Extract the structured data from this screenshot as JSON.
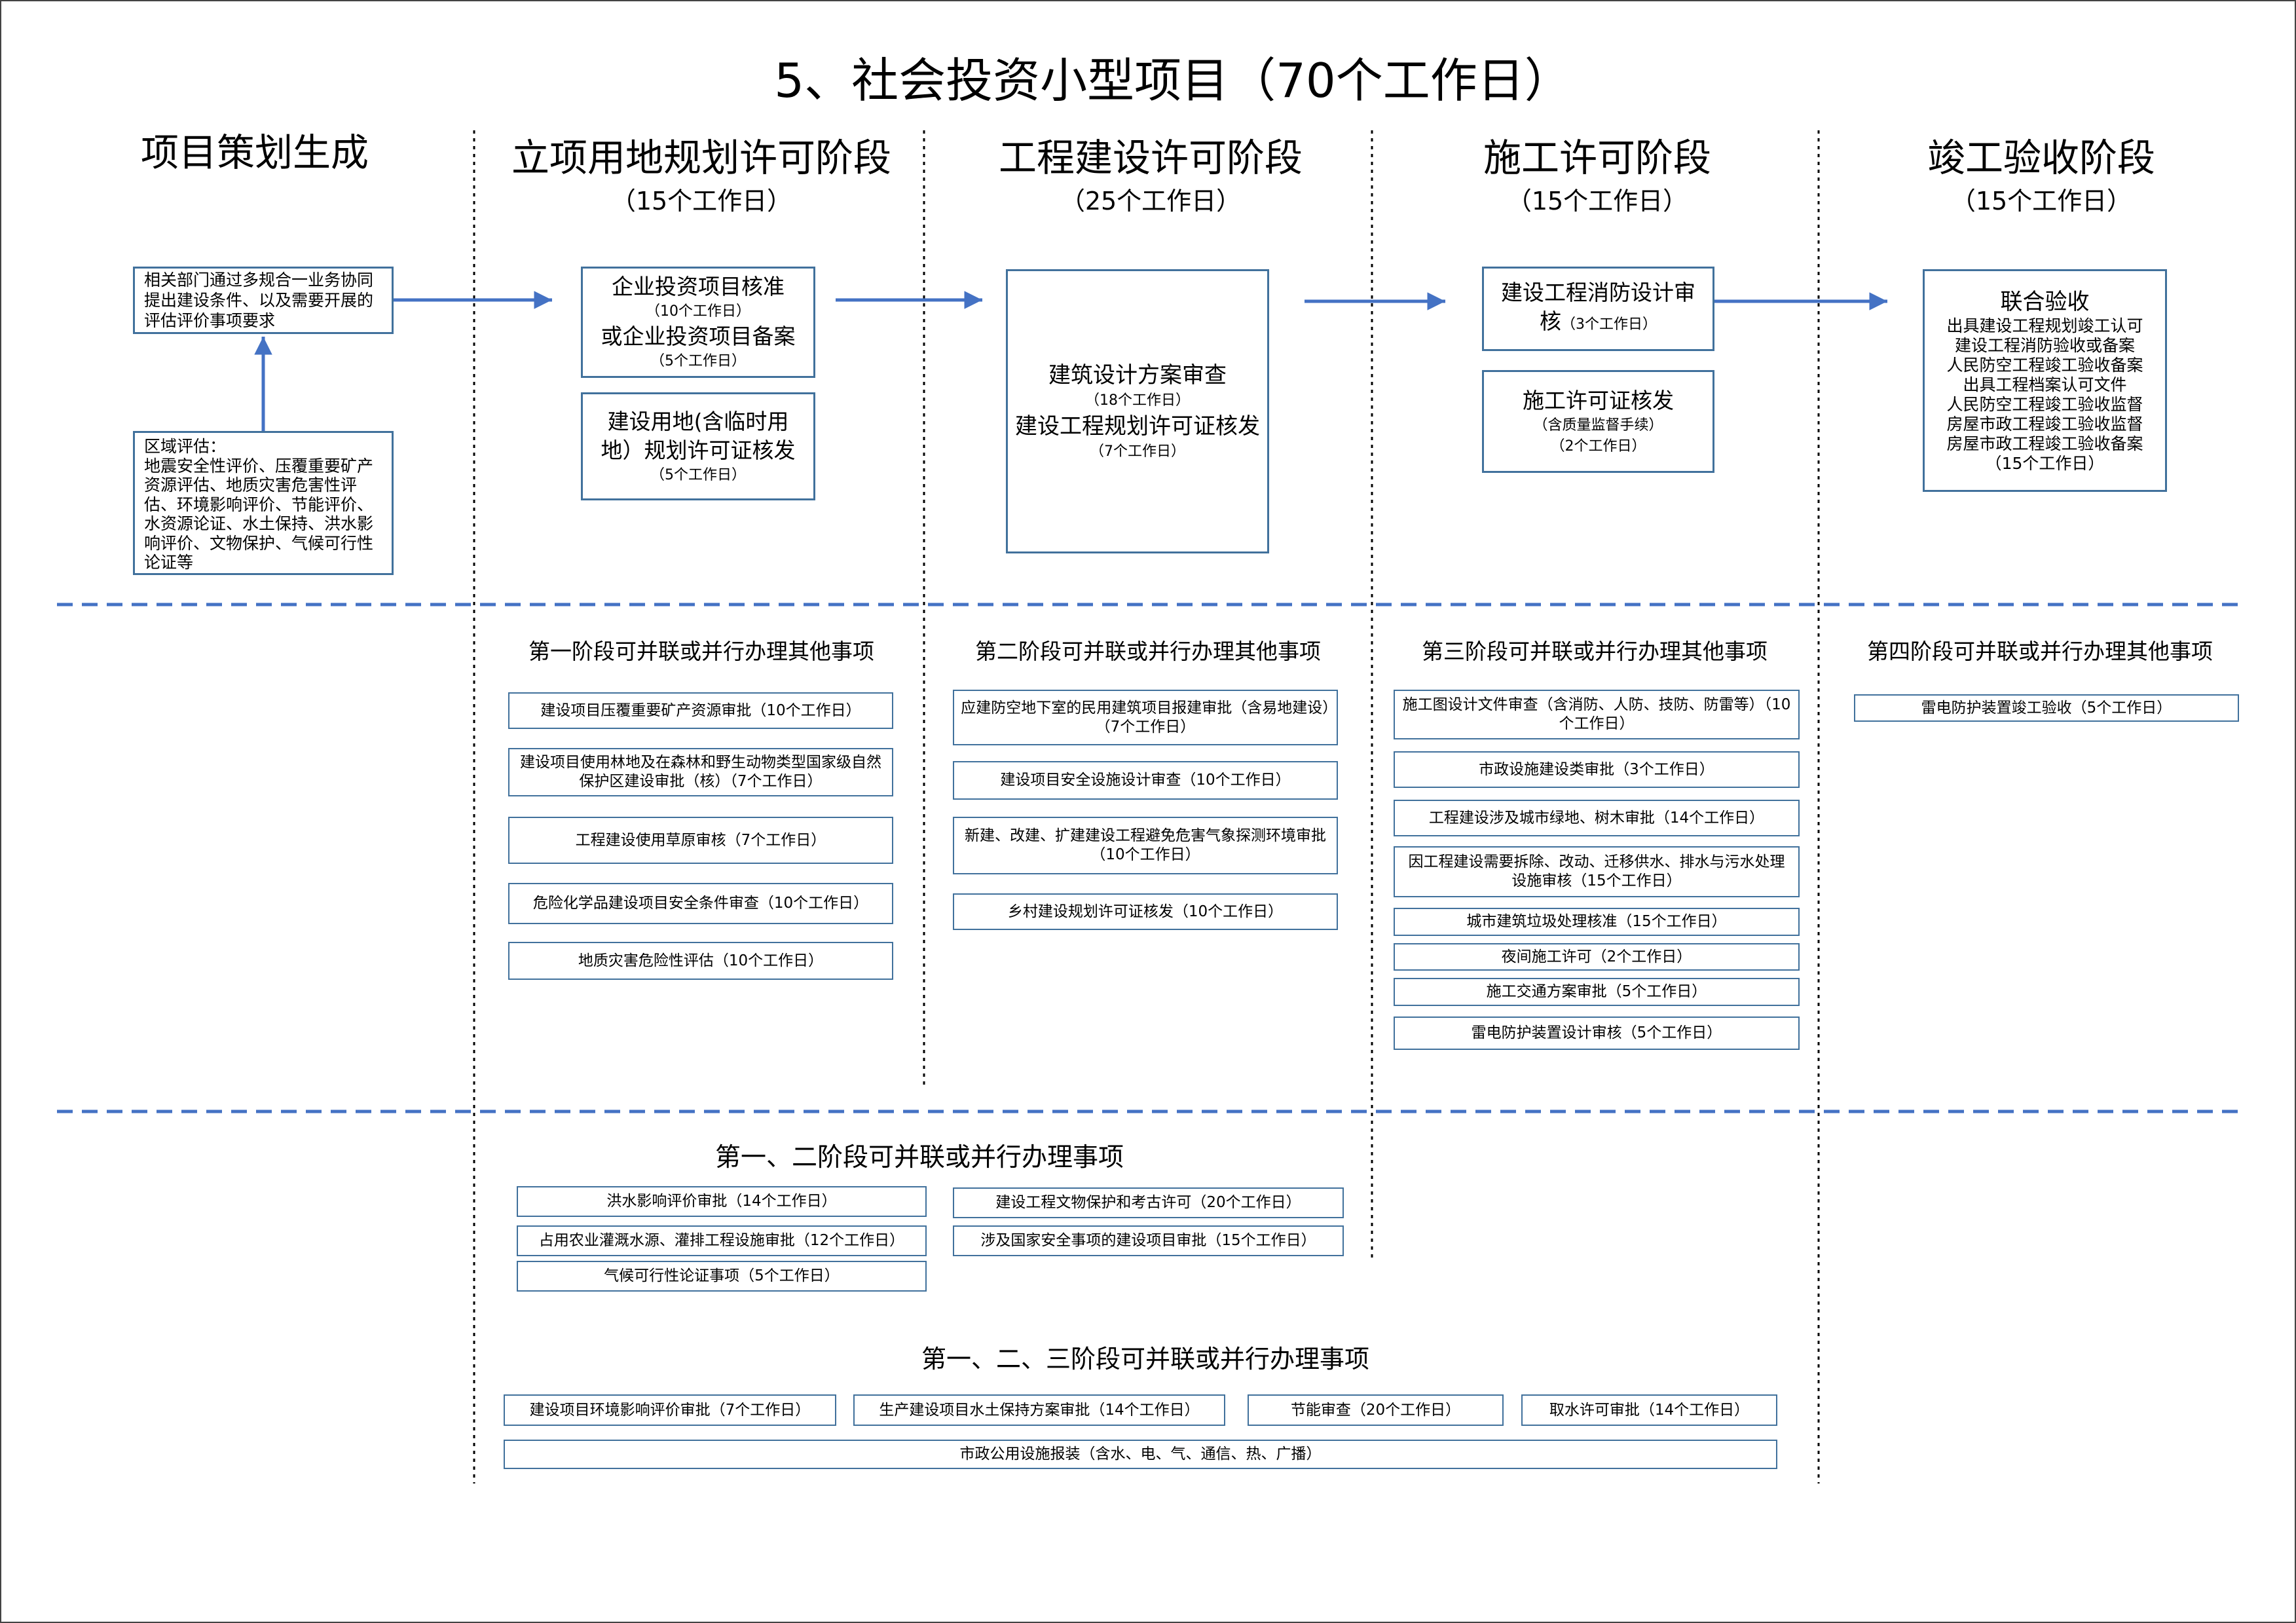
{
  "title": "5、社会投资小型项目（70个工作日）",
  "stages": [
    {
      "name": "项目策划生成"
    },
    {
      "name": "立项用地规划许可阶段",
      "days": "（15个工作日）"
    },
    {
      "name": "工程建设许可阶段",
      "days": "（25个工作日）"
    },
    {
      "name": "施工许可阶段",
      "days": "（15个工作日）"
    },
    {
      "name": "竣工验收阶段",
      "days": "（15个工作日）"
    }
  ],
  "planning": {
    "requirement_lines": [
      "相关部门通过多规合一业务协同",
      "提出建设条件、以及需要开展的",
      "评估评价事项要求"
    ],
    "regional_lines": [
      "区域评估：",
      "地震安全性评价、压覆重要矿产",
      "资源评估、地质灾害危害性评",
      "估、环境影响评价、节能评价、",
      "水资源论证、水土保持、洪水影",
      "响评价、文物保护、气候可行性",
      "论证等"
    ]
  },
  "stage1_main": {
    "approval": "企业投资项目核准",
    "approval_days": "（10个工作日）",
    "filing": "或企业投资项目备案",
    "filing_days": "（5个工作日）",
    "land_lines": [
      "建设用地(含临时用",
      "地）规划许可证核发"
    ],
    "land_days": "（5个工作日）"
  },
  "stage2_main": {
    "design_review": "建筑设计方案审查",
    "design_review_days": "（18个工作日）",
    "planning_permit": "建设工程规划许可证核发",
    "planning_permit_days": "（7个工作日）"
  },
  "stage3_main": {
    "fire_lines": [
      "建设工程消防设计审",
      "核"
    ],
    "fire_days": "（3个工作日）",
    "permit": "施工许可证核发",
    "permit_note": "（含质量监督手续）",
    "permit_days": "（2个工作日）"
  },
  "stage4_main": {
    "title": "联合验收",
    "items": [
      "出具建设工程规划竣工认可",
      "建设工程消防验收或备案",
      "人民防空工程竣工验收备案",
      "出具工程档案认可文件",
      "人民防空工程竣工验收监督",
      "房屋市政工程竣工验收监督",
      "房屋市政工程竣工验收备案"
    ],
    "days": "（15个工作日）"
  },
  "parallel": [
    {
      "heading": "第一阶段可并联或并行办理其他事项",
      "items": [
        "建设项目压覆重要矿产资源审批（10个工作日）",
        "建设项目使用林地及在森林和野生动物类型国家级自然保护区建设审批（核）（7个工作日）",
        "工程建设使用草原审核（7个工作日）",
        "危险化学品建设项目安全条件审查（10个工作日）",
        "地质灾害危险性评估（10个工作日）"
      ]
    },
    {
      "heading": "第二阶段可并联或并行办理其他事项",
      "items": [
        "应建防空地下室的民用建筑项目报建审批（含易地建设）（7个工作日）",
        "建设项目安全设施设计审查（10个工作日）",
        "新建、改建、扩建建设工程避免危害气象探测环境审批（10个工作日）",
        "乡村建设规划许可证核发（10个工作日）"
      ]
    },
    {
      "heading": "第三阶段可并联或并行办理其他事项",
      "items": [
        "施工图设计文件审查（含消防、人防、技防、防雷等）（10个工作日）",
        "市政设施建设类审批（3个工作日）",
        "工程建设涉及城市绿地、树木审批（14个工作日）",
        "因工程建设需要拆除、改动、迁移供水、排水与污水处理设施审核（15个工作日）",
        "城市建筑垃圾处理核准（15个工作日）",
        "夜间施工许可（2个工作日）",
        "施工交通方案审批（5个工作日）",
        "雷电防护装置设计审核（5个工作日）"
      ]
    },
    {
      "heading": "第四阶段可并联或并行办理其他事项",
      "items": [
        "雷电防护装置竣工验收（5个工作日）"
      ]
    }
  ],
  "stages_1_2": {
    "heading": "第一、二阶段可并联或并行办理事项",
    "items": [
      "洪水影响评价审批（14个工作日）",
      "建设工程文物保护和考古许可（20个工作日）",
      "占用农业灌溉水源、灌排工程设施审批（12个工作日）",
      "涉及国家安全事项的建设项目审批（15个工作日）",
      "气候可行性论证事项（5个工作日）"
    ]
  },
  "stages_1_2_3": {
    "heading": "第一、二、三阶段可并联或并行办理事项",
    "items": [
      "建设项目环境影响评价审批（7个工作日）",
      "生产建设项目水土保持方案审批（14个工作日）",
      "节能审查（20个工作日）",
      "取水许可审批（14个工作日）",
      "市政公用设施报装（含水、电、气、通信、热、广播）"
    ]
  },
  "colors": {
    "box_border": "#41719c",
    "arrow": "#4472c4",
    "section_divider": "#4472c4",
    "stage_divider": "#000000"
  }
}
